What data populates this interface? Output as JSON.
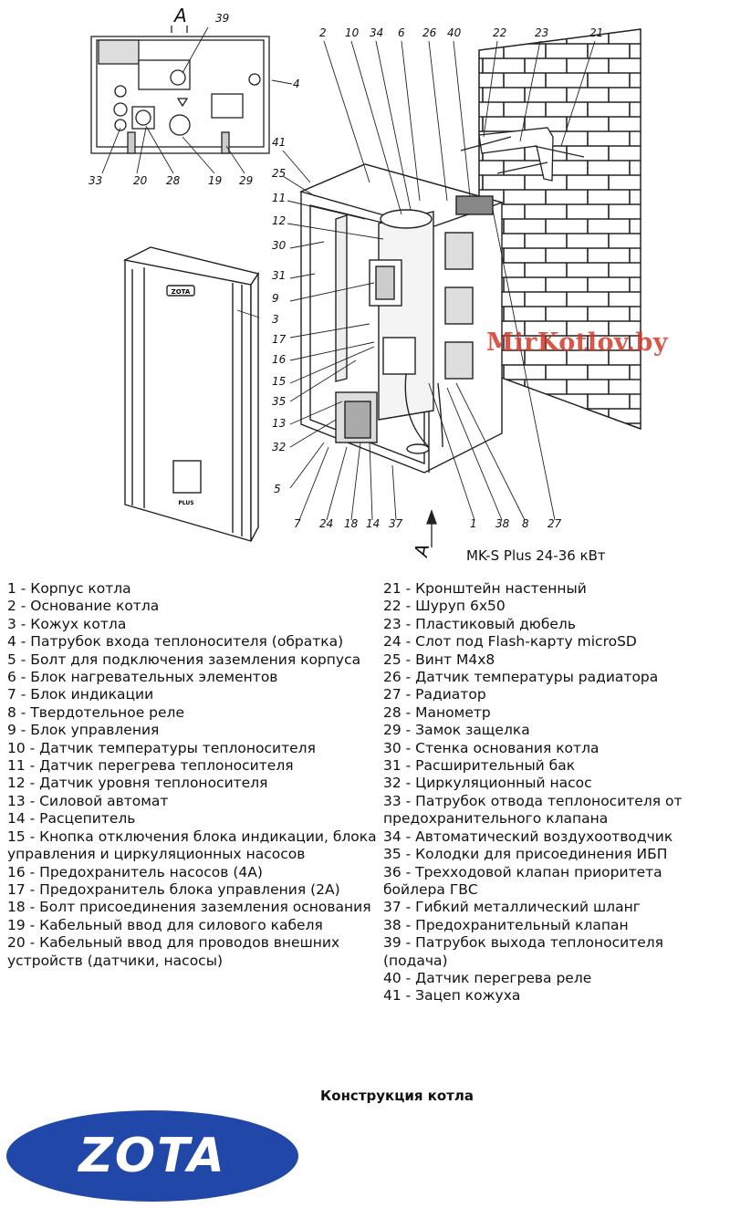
{
  "diagram": {
    "view_letter": "A",
    "model_label": "MK-S Plus 24-36 кВт",
    "watermark": "MirKotlov.by",
    "front_panel_badge": "ZOTA",
    "front_panel_mark": "PLUS",
    "callouts_top_view": [
      "39",
      "4",
      "33",
      "20",
      "28",
      "19",
      "29"
    ],
    "callouts_main": [
      "2",
      "10",
      "34",
      "6",
      "26",
      "40",
      "22",
      "23",
      "21",
      "41",
      "25",
      "11",
      "12",
      "30",
      "31",
      "9",
      "3",
      "17",
      "16",
      "15",
      "35",
      "13",
      "32",
      "5",
      "7",
      "24",
      "18",
      "14",
      "37",
      "1",
      "38",
      "8",
      "27"
    ]
  },
  "legend_left": [
    "1 - Корпус котла",
    "2 - Основание котла",
    "3 - Кожух котла",
    "4 - Патрубок входа теплоносителя (обратка)",
    "5 - Болт для подключения заземления корпуса",
    "6 - Блок нагревательных элементов",
    "7 - Блок индикации",
    "8 - Твердотельное реле",
    "9 - Блок управления",
    "10 - Датчик температуры теплоносителя",
    "11 - Датчик перегрева теплоносителя",
    "12 - Датчик уровня теплоносителя",
    "13 - Силовой автомат",
    "14 - Расцепитель",
    "15 - Кнопка отключения блока индикации, блока управления и циркуляционных насосов",
    "16 - Предохранитель насосов (4А)",
    "17 - Предохранитель блока управления (2А)",
    "18 - Болт присоединения заземления основания",
    "19 - Кабельный ввод для силового кабеля",
    "20 - Кабельный ввод для проводов внешних устройств (датчики, насосы)"
  ],
  "legend_right": [
    "21 - Кронштейн настенный",
    "22 - Шуруп 6х50",
    "23 - Пластиковый дюбель",
    "24 - Слот под Flash-карту microSD",
    "25 - Винт М4х8",
    "26 - Датчик температуры радиатора",
    "27 - Радиатор",
    "28 - Манометр",
    "29 - Замок защелка",
    "30 - Стенка основания котла",
    "31 - Расширительный бак",
    "32 - Циркуляционный насос",
    "33 - Патрубок отвода теплоносителя от предохранительного клапана",
    "34 - Автоматический воздухоотводчик",
    "35 - Колодки для присоединения ИБП",
    "36 - Трехходовой клапан приоритета бойлера ГВС",
    "37 - Гибкий металлический шланг",
    "38 - Предохранительный клапан",
    "39 - Патрубок выхода теплоносителя (подача)",
    "40 - Датчик перегрева реле",
    "41 - Зацеп кожуха"
  ],
  "caption": "Конструкция котла",
  "logo_text": "ZOTA",
  "colors": {
    "logo_blue": "#2148a8",
    "watermark_red": "#d23a2a"
  }
}
